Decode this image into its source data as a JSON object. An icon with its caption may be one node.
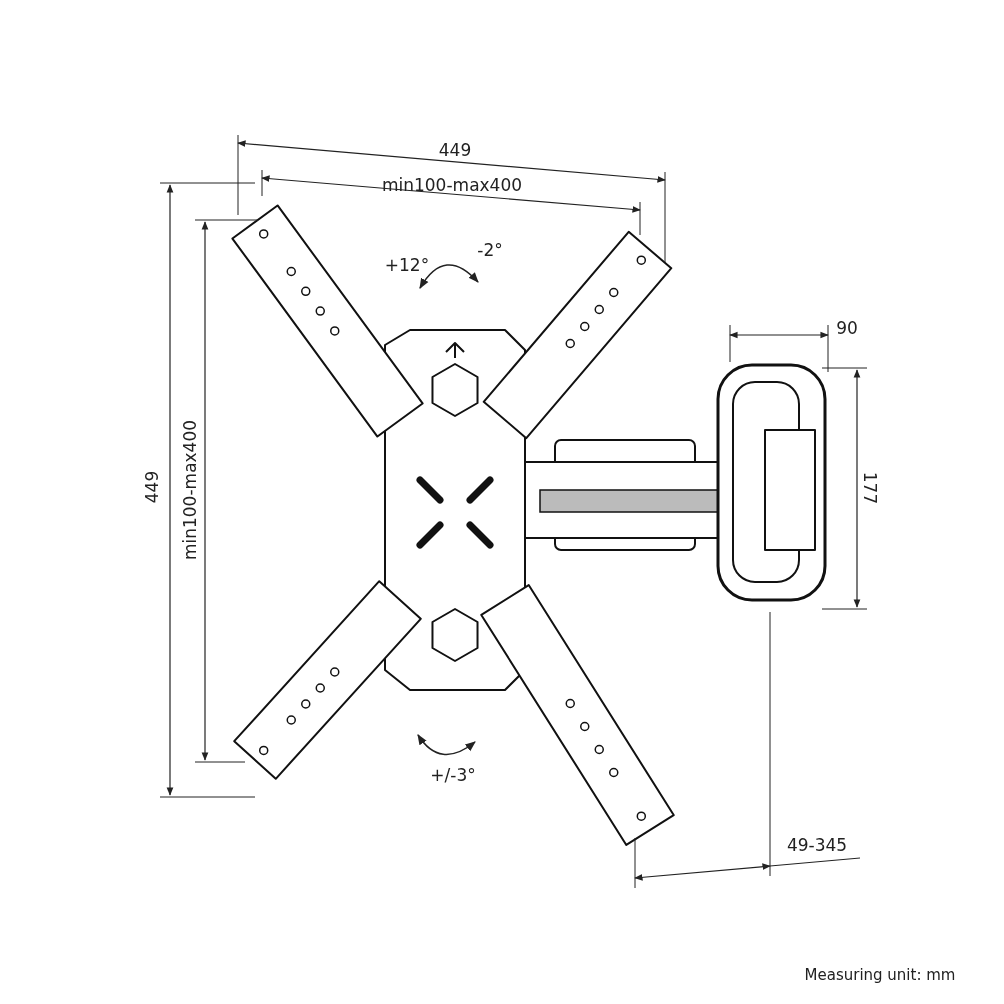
{
  "diagram": {
    "labels": [
      "449",
      "min100-max400",
      "+12°",
      "-2°",
      "90",
      "177",
      "449",
      "min100-max400",
      "+/-3°",
      "49-345",
      "Measuring unit: mm"
    ]
  }
}
